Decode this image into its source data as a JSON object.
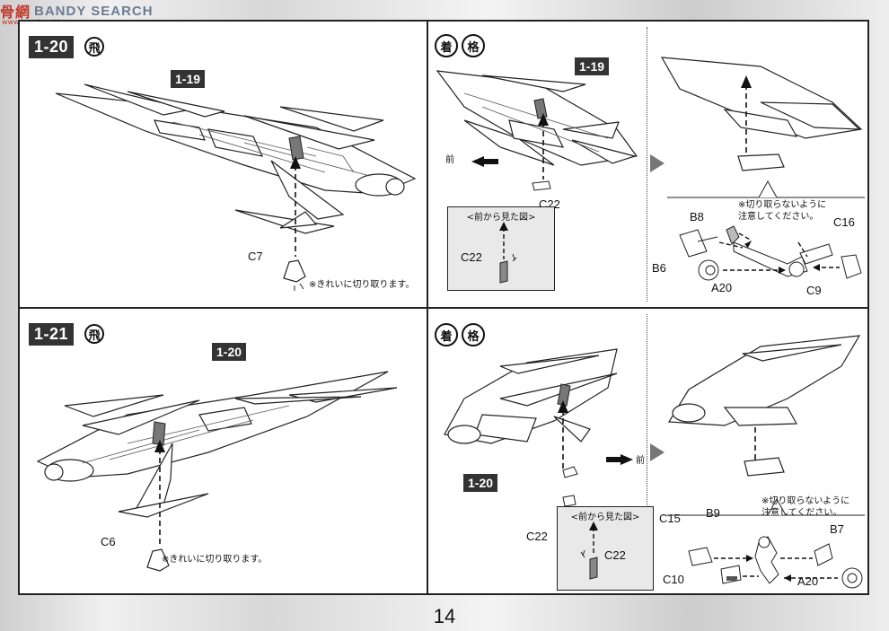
{
  "watermark": {
    "logo": "骨網",
    "text": "BANDY SEARCH",
    "sub": "www.gundam.hk"
  },
  "page_number": "14",
  "steps": {
    "s1": {
      "number": "1-20",
      "glyph": "飛",
      "ref": "1-19",
      "part": "C7",
      "note": "※きれいに切り取ります。"
    },
    "s2": {
      "glyph1": "着",
      "glyph2": "格",
      "ref": "1-19",
      "front": "前",
      "part": "C22",
      "inset_title": "<前から見た図>",
      "inset_part": "C22"
    },
    "s3": {
      "note": "※切り取らないように\n注意してください。",
      "parts": [
        "B8",
        "C16",
        "B6",
        "A20",
        "C9"
      ]
    },
    "s4": {
      "number": "1-21",
      "glyph": "飛",
      "ref": "1-20",
      "part": "C6",
      "note": "※きれいに切り取ります。"
    },
    "s5": {
      "glyph1": "着",
      "glyph2": "格",
      "ref": "1-20",
      "front": "前",
      "part": "C22",
      "inset_title": "<前から見た図>",
      "inset_part": "C22"
    },
    "s6": {
      "note": "※切り取らないように\n注意してください。",
      "parts": [
        "C15",
        "B9",
        "B7",
        "C10",
        "A20"
      ]
    }
  }
}
